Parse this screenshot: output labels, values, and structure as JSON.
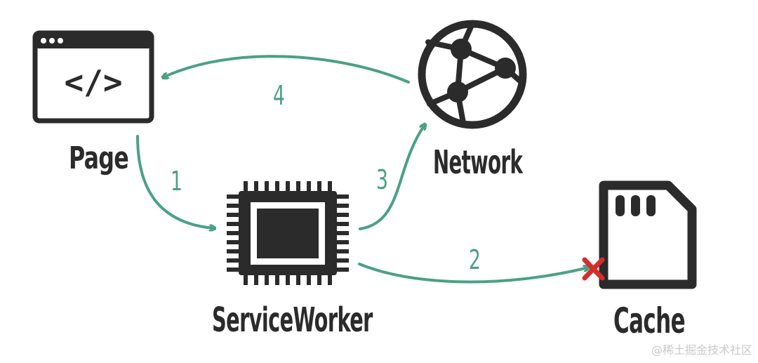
{
  "colors": {
    "ink": "#2b2b2b",
    "arrow": "#4aa184",
    "cross": "#d62c2c",
    "watermark": "#c9c9c9"
  },
  "nodes": {
    "page": {
      "label": "Page",
      "icon": "code-window-icon"
    },
    "service_worker": {
      "label": "ServiceWorker",
      "icon": "chip-icon"
    },
    "network": {
      "label": "Network",
      "icon": "globe-network-icon"
    },
    "cache": {
      "label": "Cache",
      "icon": "sd-card-icon"
    }
  },
  "code_symbol": "</>",
  "steps": [
    {
      "label": "1",
      "from": "Page",
      "to": "ServiceWorker"
    },
    {
      "label": "2",
      "from": "ServiceWorker",
      "to": "Cache",
      "status": "blocked"
    },
    {
      "label": "3",
      "from": "ServiceWorker",
      "to": "Network"
    },
    {
      "label": "4",
      "from": "Network",
      "to": "Page"
    }
  ],
  "watermark": "@稀土掘金技术社区"
}
